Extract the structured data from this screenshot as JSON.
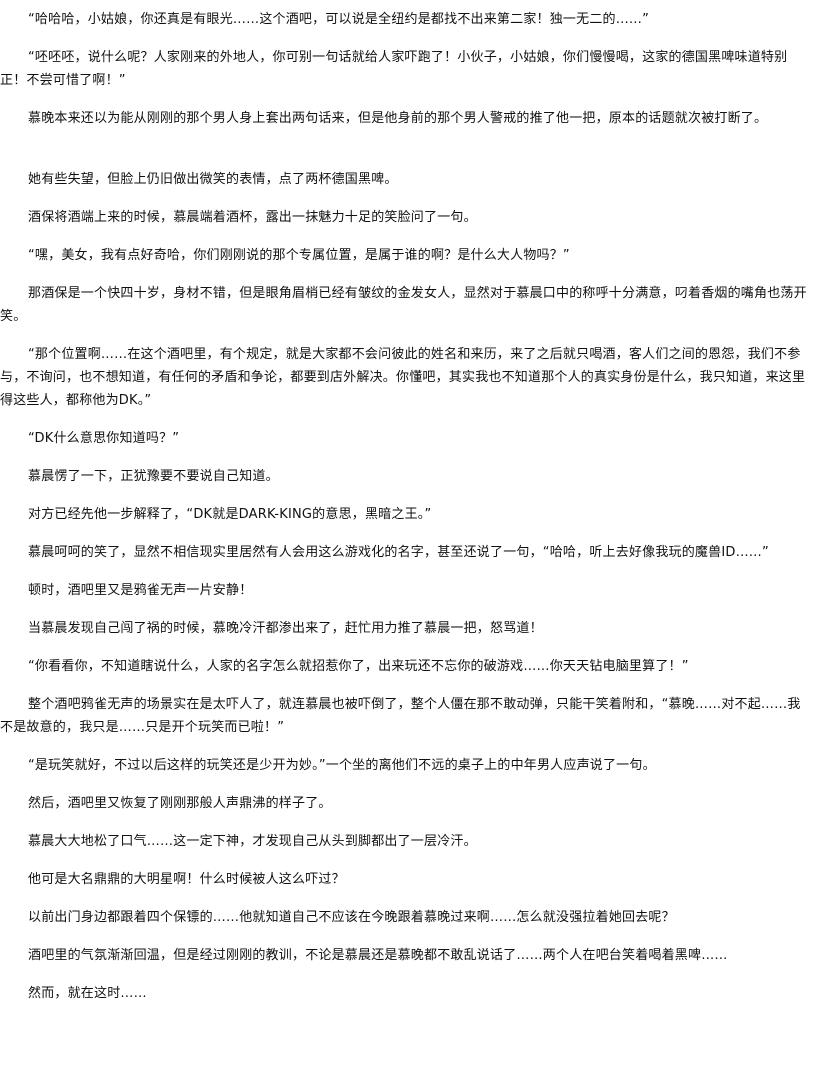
{
  "paragraphs": [
    "“哈哈哈，小姑娘，你还真是有眼光……这个酒吧，可以说是全纽约是都找不出来第二家！独一无二的……”",
    "“呸呸呸，说什么呢？人家刚来的外地人，你可别一句话就给人家吓跑了！小伙子，小姑娘，你们慢慢喝，这家的德国黑啤味道特别正！不尝可惜了啊！”",
    "慕晚本来还以为能从刚刚的那个男人身上套出两句话来，但是他身前的那个男人警戒的推了他一把，原本的话题就次被打断了。",
    "她有些失望，但脸上仍旧做出微笑的表情，点了两杯德国黑啤。",
    "酒保将酒端上来的时候，慕晨端着酒杯，露出一抹魅力十足的笑脸问了一句。",
    "“嘿，美女，我有点好奇哈，你们刚刚说的那个专属位置，是属于谁的啊？是什么大人物吗？”",
    "那酒保是一个快四十岁，身材不错，但是眼角眉梢已经有皱纹的金发女人，显然对于慕晨口中的称呼十分满意，叼着香烟的嘴角也荡开笑。",
    "“那个位置啊……在这个酒吧里，有个规定，就是大家都不会问彼此的姓名和来历，来了之后就只喝酒，客人们之间的恩怨，我们不参与，不询问，也不想知道，有任何的矛盾和争论，都要到店外解决。你懂吧，其实我也不知道那个人的真实身份是什么，我只知道，来这里得这些人，都称他为DK。”",
    "“DK什么意思你知道吗？”",
    "慕晨愣了一下，正犹豫要不要说自己知道。",
    "对方已经先他一步解释了，“DK就是DARK-KING的意思，黑暗之王。”",
    "慕晨呵呵的笑了，显然不相信现实里居然有人会用这么游戏化的名字，甚至还说了一句，“哈哈，听上去好像我玩的魔兽ID……”",
    "顿时，酒吧里又是鸦雀无声一片安静！",
    "当慕晨发现自己闯了祸的时候，慕晚冷汗都渗出来了，赶忙用力推了慕晨一把，怒骂道！",
    "“你看看你，不知道瞎说什么，人家的名字怎么就招惹你了，出来玩还不忘你的破游戏……你天天钻电脑里算了！”",
    "整个酒吧鸦雀无声的场景实在是太吓人了，就连慕晨也被吓倒了，整个人僵在那不敢动弹，只能干笑着附和，“慕晚……对不起……我不是故意的，我只是……只是开个玩笑而已啦！”",
    "“是玩笑就好，不过以后这样的玩笑还是少开为妙。”一个坐的离他们不远的桌子上的中年男人应声说了一句。",
    "然后，酒吧里又恢复了刚刚那般人声鼎沸的样子了。",
    "慕晨大大地松了口气……这一定下神，才发现自己从头到脚都出了一层冷汗。",
    "他可是大名鼎鼎的大明星啊！什么时候被人这么吓过？",
    "以前出门身边都跟着四个保镖的……他就知道自己不应该在今晚跟着慕晚过来啊……怎么就没强拉着她回去呢？",
    "酒吧里的气氛渐渐回温，但是经过刚刚的教训，不论是慕晨还是慕晚都不敢乱说话了……两个人在吧台笑着喝着黑啤……",
    "然而，就在这时……"
  ]
}
